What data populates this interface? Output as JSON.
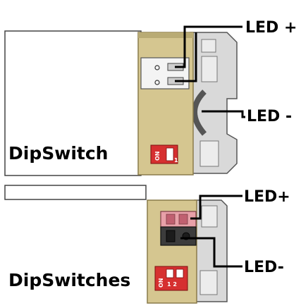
{
  "panels": [
    {
      "name": "DipSwitch",
      "lead_positive": "LED +",
      "lead_negative": "LED -",
      "switch_text": "ON",
      "switch_number": "1"
    },
    {
      "name": "DipSwitches",
      "lead_positive": "LED+",
      "lead_negative": "LED-",
      "switch_text": "ON",
      "switch_numbers": "1 2"
    }
  ],
  "colors": {
    "board": "#d5c690",
    "board_edge": "#8a7b4a",
    "clip": "#d9d9d9",
    "switch_red": "#d63030",
    "terminal_pink": "#e8a0a8",
    "terminal_dark": "#3c3c3c",
    "wire": "#000000"
  }
}
